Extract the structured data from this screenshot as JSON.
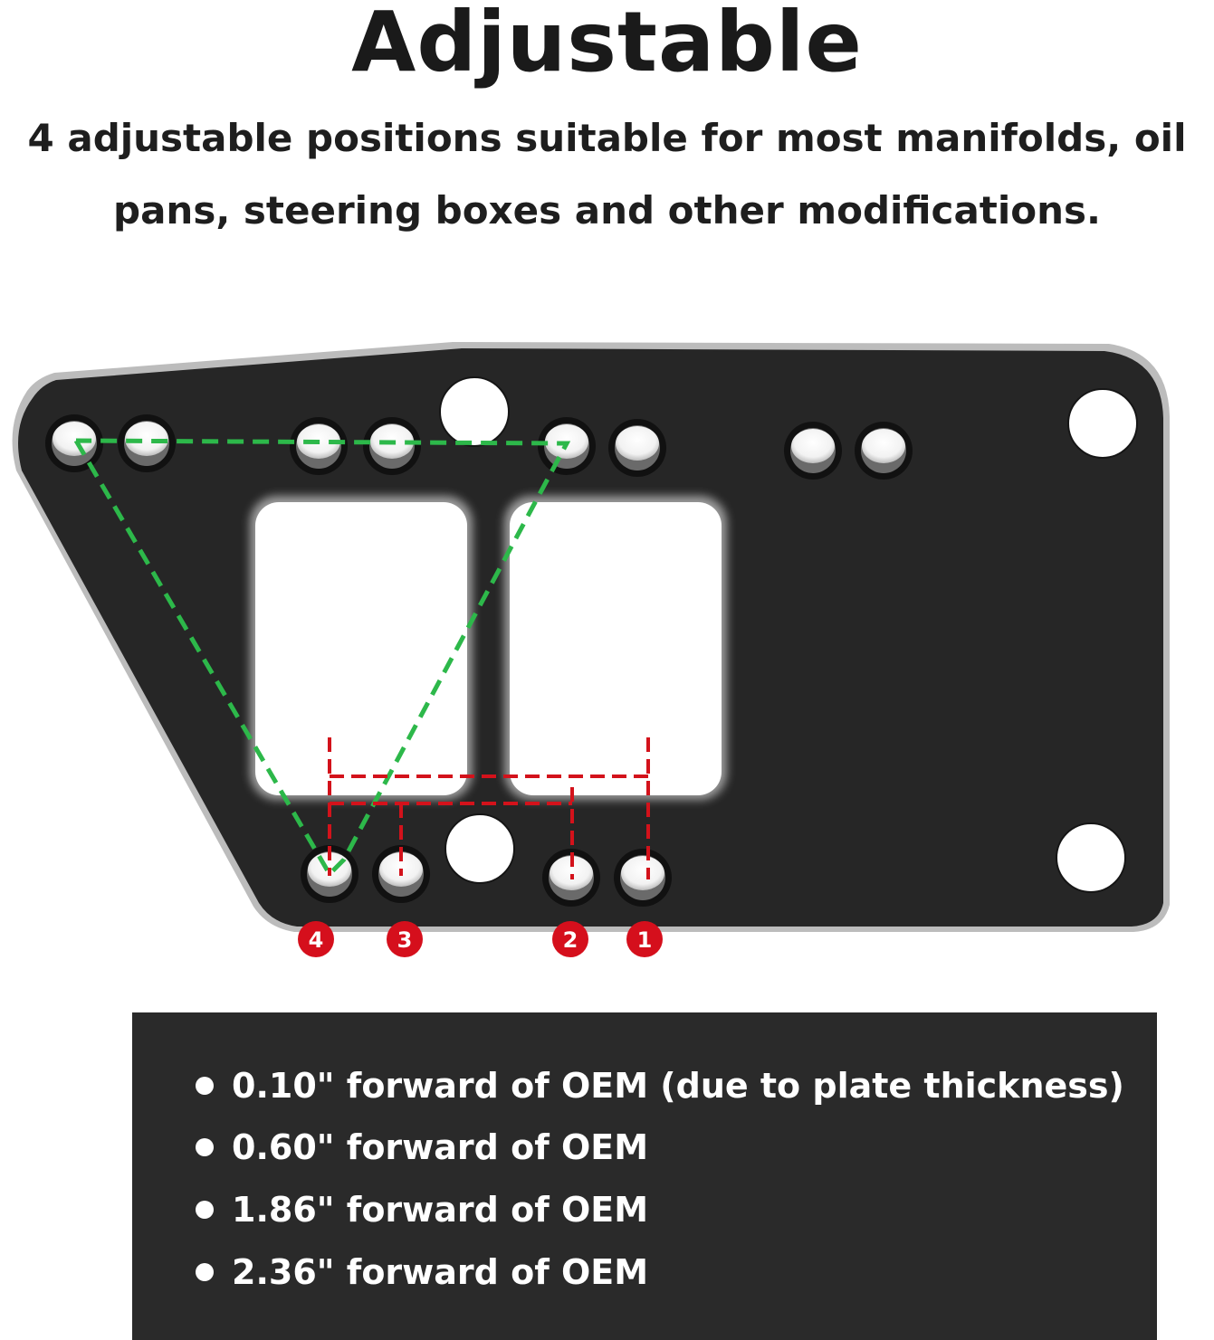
{
  "header": {
    "title": "Adjustable",
    "subtitle_line1": "4 adjustable positions suitable for most manifolds, oil",
    "subtitle_line2": "pans, steering boxes and other modifications."
  },
  "diagram": {
    "position_labels": [
      "4",
      "3",
      "2",
      "1"
    ],
    "colors": {
      "plate": "#262626",
      "plate_edge": "#b8b8b8",
      "green_guide": "#2db84a",
      "red_guide": "#d3121b",
      "badge": "#d50f1c"
    }
  },
  "info": {
    "items": [
      "0.10\" forward of OEM (due to plate thickness)",
      "0.60\" forward of OEM",
      "1.86\" forward of OEM",
      "2.36\" forward of OEM"
    ]
  }
}
